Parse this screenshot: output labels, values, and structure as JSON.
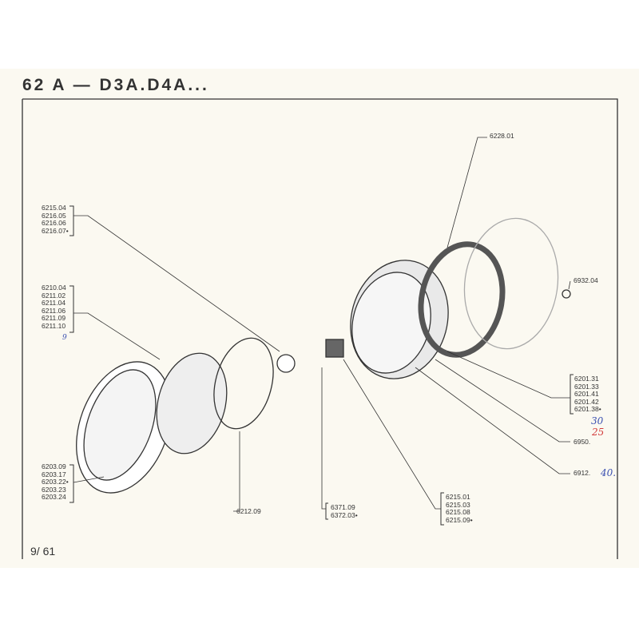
{
  "header": {
    "title": "62 A — D3A.D4A...",
    "page_number": "9/ 61"
  },
  "callouts": {
    "g1": [
      "6215.04",
      "6216.05",
      "6216.06",
      "6216.07•"
    ],
    "g2": [
      "6210.04",
      "6211.02",
      "6211.04",
      "6211.06",
      "6211.09",
      "6211.10"
    ],
    "g3": [
      "6203.09",
      "6203.17",
      "6203.22•",
      "6203.23",
      "6203.24"
    ],
    "g4": "6212.09",
    "g5": [
      "6371.09",
      "6372.03•"
    ],
    "g6": [
      "6215.01",
      "6215.03",
      "6215.08",
      "6215.09•"
    ],
    "g7": "6228.01",
    "g8": "6932.04",
    "g9": [
      "6201.31",
      "6201.33",
      "6201.41",
      "6201.42",
      "6201.38•"
    ],
    "g10": "6950.",
    "g11": "6912."
  },
  "handwritten": {
    "a": "30",
    "b": "25",
    "c": "40.",
    "d": "9"
  },
  "colors": {
    "ink": "#333333",
    "blue_pen": "#3a4fb0",
    "red_pen": "#d23a3a"
  }
}
